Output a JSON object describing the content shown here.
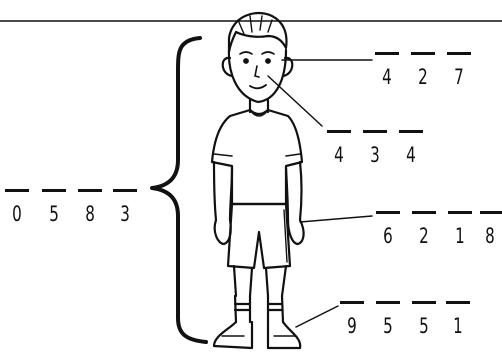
{
  "colors": {
    "ink": "#111111",
    "background": "#ffffff",
    "skin": "#ffffff"
  },
  "figure": {
    "subject": "boy-in-sports-kit"
  },
  "code_groups": [
    {
      "id": "head",
      "digits": [
        "4",
        "2",
        "7"
      ]
    },
    {
      "id": "chest",
      "digits": [
        "4",
        "3",
        "4"
      ]
    },
    {
      "id": "hand",
      "digits": [
        "6",
        "2",
        "1",
        "8"
      ]
    },
    {
      "id": "shoe",
      "digits": [
        "9",
        "5",
        "5",
        "1"
      ]
    },
    {
      "id": "whole-body",
      "digits": [
        "0",
        "5",
        "8",
        "3"
      ]
    }
  ]
}
